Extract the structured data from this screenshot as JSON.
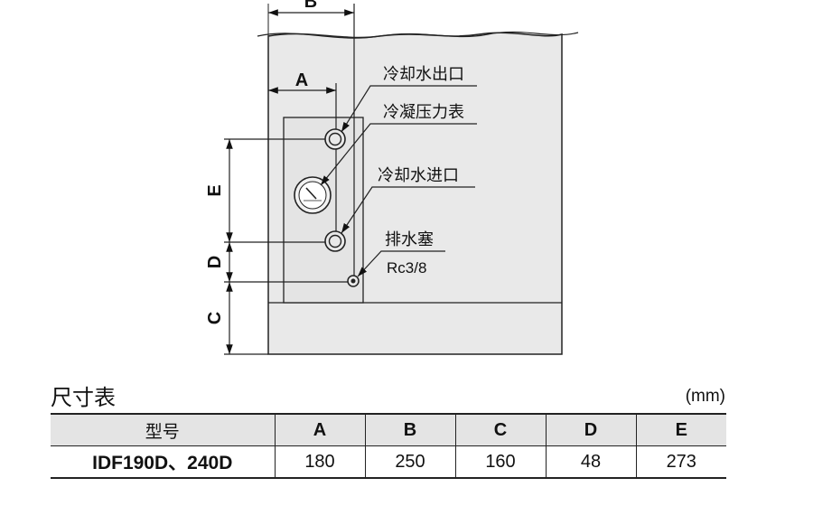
{
  "diagram": {
    "dims": [
      "A",
      "B",
      "C",
      "D",
      "E"
    ],
    "callouts": {
      "outlet": "冷却水出口",
      "gauge": "冷凝压力表",
      "inlet": "冷却水进口",
      "drain": "排水塞",
      "drain_size": "Rc3/8"
    }
  },
  "section": {
    "title": "尺寸表",
    "unit": "(mm)"
  },
  "table": {
    "headers": [
      "型号",
      "A",
      "B",
      "C",
      "D",
      "E"
    ],
    "rows": [
      [
        "IDF190D、240D",
        "180",
        "250",
        "160",
        "48",
        "273"
      ]
    ]
  }
}
